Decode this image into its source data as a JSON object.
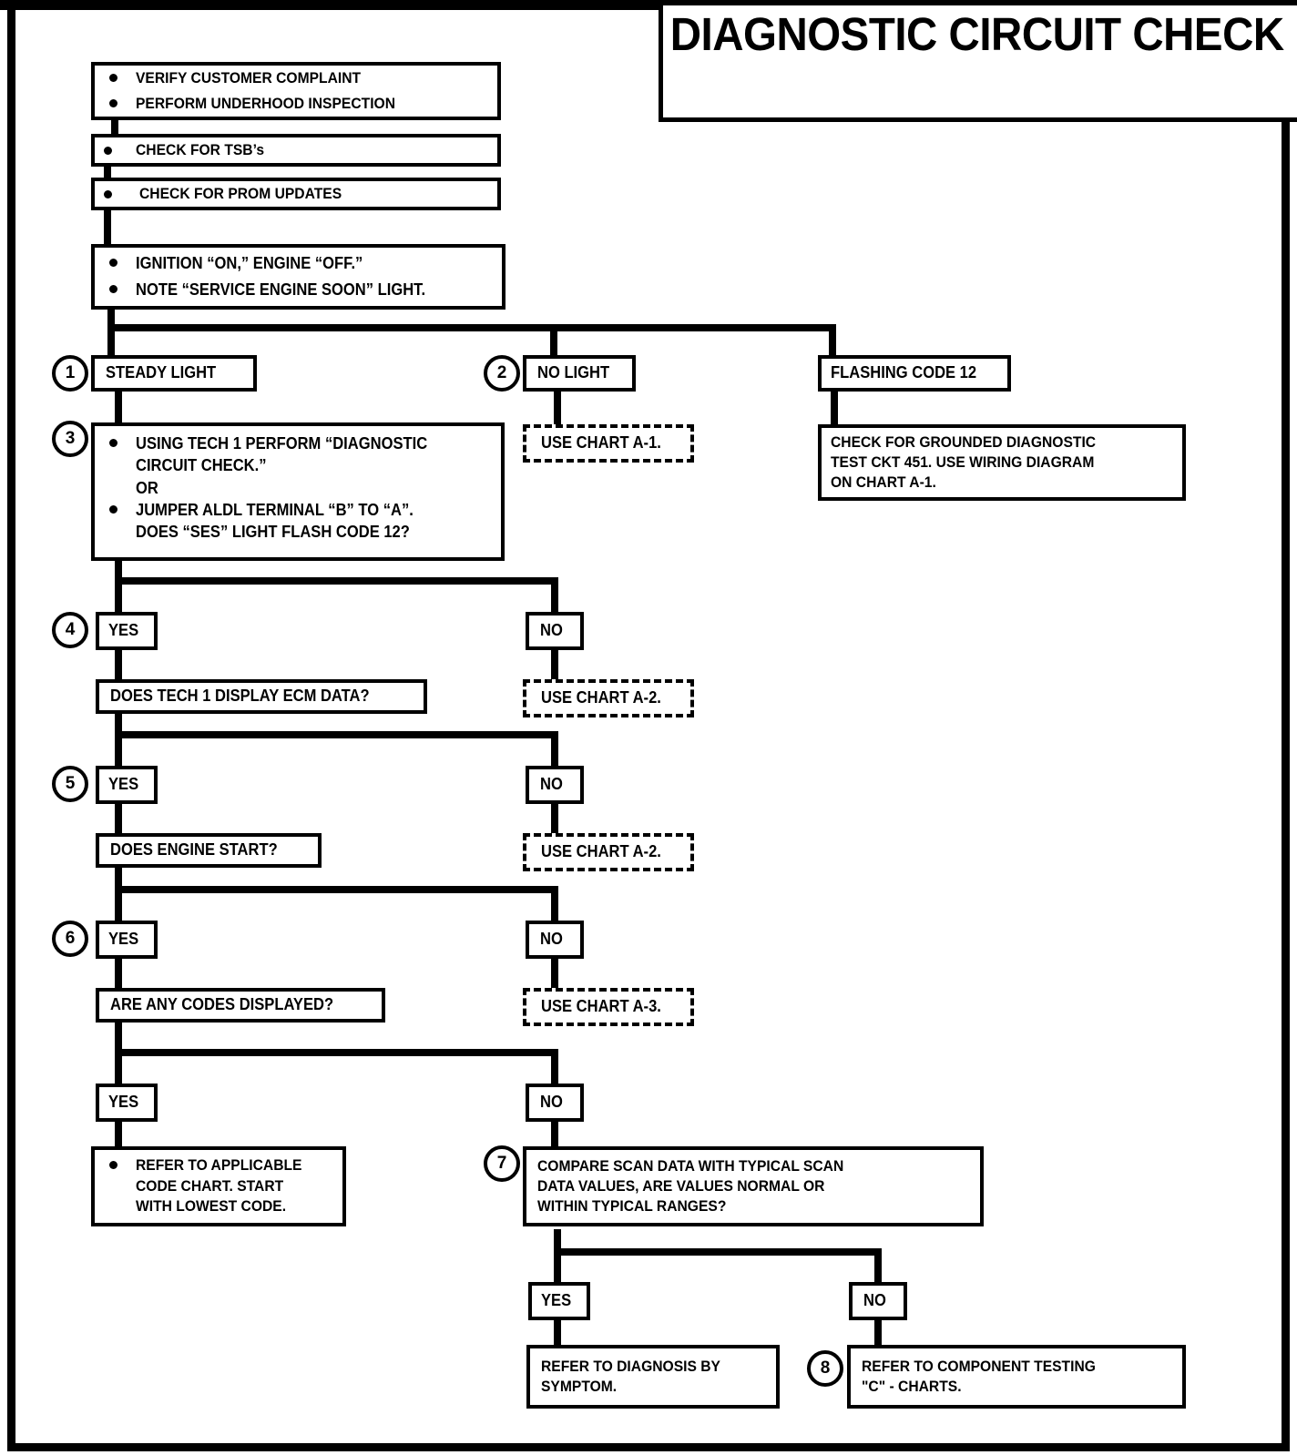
{
  "page": {
    "title": "DIAGNOSTIC CIRCUIT CHECK"
  },
  "nodes": {
    "verify": {
      "line1": "VERIFY CUSTOMER COMPLAINT",
      "line2": "PERFORM UNDERHOOD INSPECTION"
    },
    "tsb": {
      "label": "CHECK FOR TSB’s"
    },
    "prom": {
      "label": "CHECK FOR PROM UPDATES"
    },
    "ignition": {
      "line1": "IGNITION “ON,” ENGINE  “OFF.”",
      "line2": "NOTE “SERVICE ENGINE SOON” LIGHT."
    },
    "steady_light": {
      "label": "STEADY LIGHT"
    },
    "no_light": {
      "label": "NO LIGHT"
    },
    "flashing_code_12": {
      "label": "FLASHING CODE 12"
    },
    "use_chart_a1": {
      "label": "USE CHART A-1."
    },
    "grounded_test": {
      "label": "CHECK FOR GROUNDED DIAGNOSTIC\nTEST CKT 451.  USE WIRING DIAGRAM\nON CHART A-1."
    },
    "tech1_perform": {
      "line1": "USING TECH 1 PERFORM “DIAGNOSTIC\nCIRCUIT CHECK.”",
      "or": "OR",
      "line2": "JUMPER ALDL TERMINAL “B” TO “A”.\nDOES “SES” LIGHT FLASH CODE 12?"
    },
    "yes4": {
      "label": "YES"
    },
    "no4": {
      "label": "NO"
    },
    "ecm_data": {
      "label": "DOES TECH 1 DISPLAY ECM DATA?"
    },
    "use_chart_a2_a": {
      "label": "USE CHART A-2."
    },
    "yes5": {
      "label": "YES"
    },
    "no5": {
      "label": "NO"
    },
    "engine_start": {
      "label": "DOES ENGINE START?"
    },
    "use_chart_a2_b": {
      "label": "USE CHART A-2."
    },
    "yes6": {
      "label": "YES"
    },
    "no6": {
      "label": "NO"
    },
    "codes_displayed": {
      "label": "ARE ANY CODES DISPLAYED?"
    },
    "use_chart_a3": {
      "label": "USE CHART A-3."
    },
    "yes7": {
      "label": "YES"
    },
    "no7": {
      "label": "NO"
    },
    "refer_code_chart": {
      "label": "REFER TO APPLICABLE\nCODE CHART.  START\nWITH LOWEST CODE."
    },
    "compare_scan": {
      "label": "COMPARE  SCAN DATA WITH TYPICAL SCAN\nDATA VALUES,  ARE VALUES  NORMAL OR\nWITHIN TYPICAL RANGES?"
    },
    "yes8": {
      "label": "YES"
    },
    "no8": {
      "label": "NO"
    },
    "refer_symptom": {
      "label": "REFER TO DIAGNOSIS BY\nSYMPTOM."
    },
    "refer_component": {
      "label": "REFER TO  COMPONENT TESTING\n\"C\" - CHARTS."
    }
  },
  "steps": {
    "s1": "1",
    "s2": "2",
    "s3": "3",
    "s4": "4",
    "s5": "5",
    "s6": "6",
    "s7": "7",
    "s8": "8"
  },
  "colors": {
    "ink": "#000000",
    "paper": "#ffffff"
  }
}
